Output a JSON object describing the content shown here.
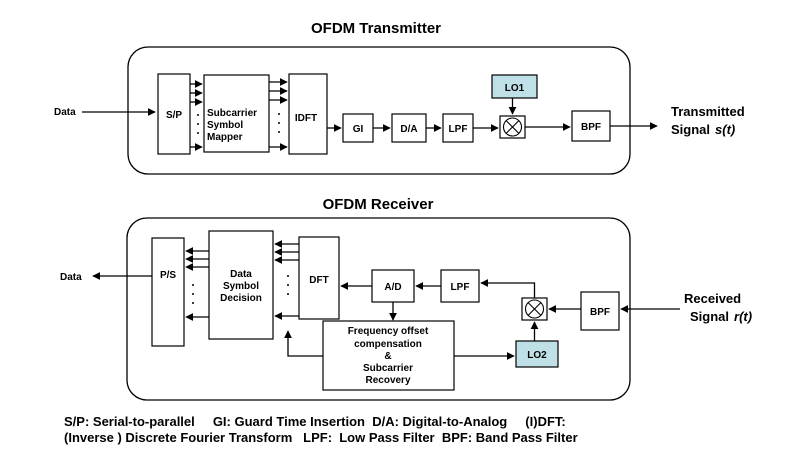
{
  "transmitter": {
    "title": "OFDM Transmitter",
    "input_label": "Data",
    "blocks": {
      "sp": "S/P",
      "mapper_line1": "Subcarrier",
      "mapper_line2": "Symbol",
      "mapper_line3": "Mapper",
      "idft": "IDFT",
      "gi": "GI",
      "da": "D/A",
      "lpf": "LPF",
      "lo1": "LO1",
      "bpf": "BPF"
    },
    "output_line1": "Transmitted",
    "output_line2": "Signal",
    "output_signal": "s(t)"
  },
  "receiver": {
    "title": "OFDM Receiver",
    "output_label": "Data",
    "blocks": {
      "ps": "P/S",
      "decision_line1": "Data",
      "decision_line2": "Symbol",
      "decision_line3": "Decision",
      "dft": "DFT",
      "ad": "A/D",
      "lpf": "LPF",
      "bpf": "BPF",
      "lo2": "LO2",
      "fo_line1": "Frequency offset",
      "fo_line2": "compensation",
      "fo_line3": "&",
      "fo_line4": "Subcarrier",
      "fo_line5": "Recovery"
    },
    "input_line1": "Received",
    "input_line2": "Signal",
    "input_signal": "r(t)"
  },
  "legend": {
    "line1": "S/P: Serial-to-parallel     GI: Guard Time Insertion  D/A: Digital-to-Analog     (I)DFT:",
    "line2": "(Inverse ) Discrete Fourier Transform   LPF:  Low Pass Filter  BPF: Band Pass Filter"
  },
  "colors": {
    "lo_fill": "#bfe0e6"
  }
}
